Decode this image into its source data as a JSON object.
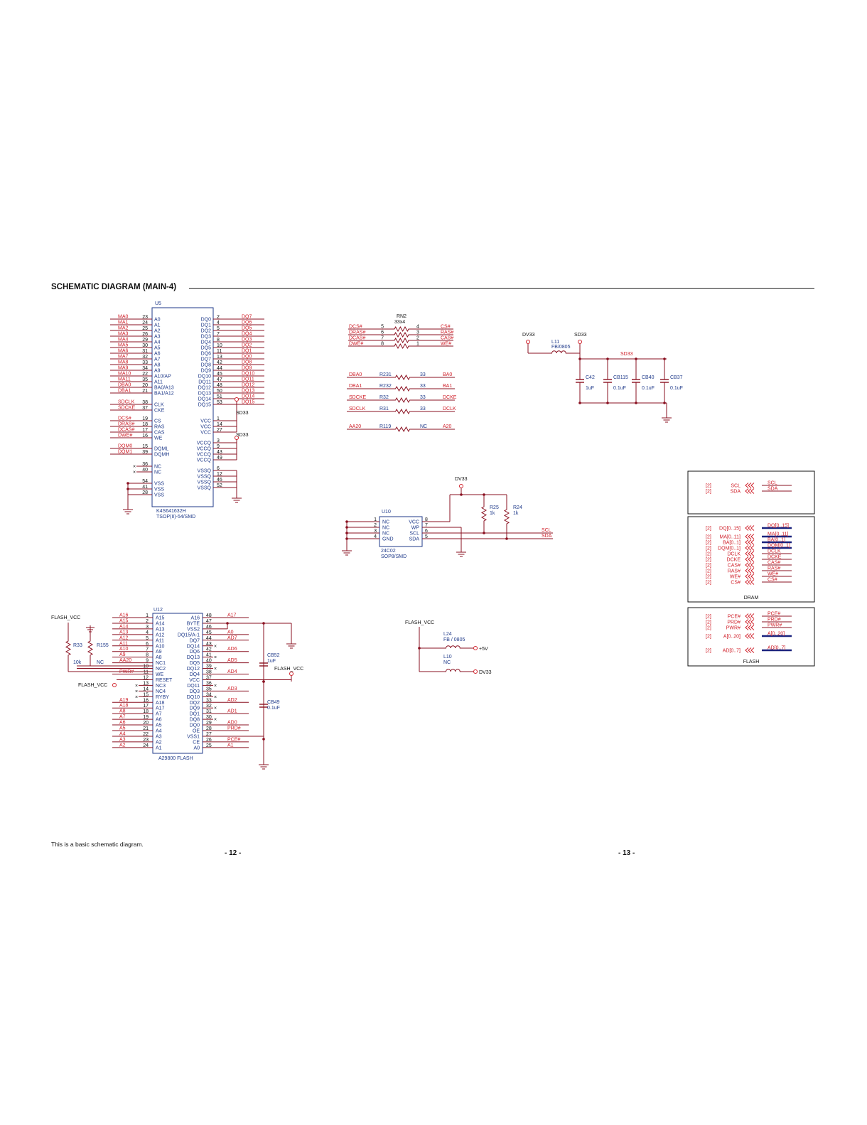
{
  "page": {
    "title": "SCHEMATIC DIAGRAM (MAIN-4)",
    "footer_note": "This is a basic schematic diagram.",
    "page_left": "- 12 -",
    "page_right": "- 13 -"
  },
  "colors": {
    "blue": "#1f3a8a",
    "red": "#d0202a",
    "dark": "#8a1020"
  },
  "u5": {
    "ref": "U5",
    "part": "K4S641632H",
    "pkg": "TSOP(II)-54/SMD",
    "left": [
      {
        "pin": "23",
        "name": "A0",
        "net": "MA0"
      },
      {
        "pin": "24",
        "name": "A1",
        "net": "MA1"
      },
      {
        "pin": "25",
        "name": "A2",
        "net": "MA2"
      },
      {
        "pin": "26",
        "name": "A3",
        "net": "MA3"
      },
      {
        "pin": "29",
        "name": "A4",
        "net": "MA4"
      },
      {
        "pin": "30",
        "name": "A5",
        "net": "MA5"
      },
      {
        "pin": "31",
        "name": "A6",
        "net": "MA6"
      },
      {
        "pin": "32",
        "name": "A7",
        "net": "MA7"
      },
      {
        "pin": "33",
        "name": "A8",
        "net": "MA8"
      },
      {
        "pin": "34",
        "name": "A9",
        "net": "MA9"
      },
      {
        "pin": "22",
        "name": "A10/AP",
        "net": "MA10"
      },
      {
        "pin": "35",
        "name": "A11",
        "net": "MA11"
      },
      {
        "pin": "20",
        "name": "BA0/A13",
        "net": "DBA0"
      },
      {
        "pin": "21",
        "name": "BA1/A12",
        "net": "DBA1"
      },
      {
        "pin": "38",
        "name": "CLK",
        "net": "SDCLK"
      },
      {
        "pin": "37",
        "name": "CKE",
        "net": "SDCKE"
      },
      {
        "pin": "19",
        "name": "CS",
        "net": "DCS#"
      },
      {
        "pin": "18",
        "name": "RAS",
        "net": "DRAS#"
      },
      {
        "pin": "17",
        "name": "CAS",
        "net": "DCAS#"
      },
      {
        "pin": "16",
        "name": "WE",
        "net": "DWE#"
      },
      {
        "pin": "15",
        "name": "DQML",
        "net": "DQM0"
      },
      {
        "pin": "39",
        "name": "DQMH",
        "net": "DQM1"
      },
      {
        "pin": "36",
        "name": "NC",
        "net": ""
      },
      {
        "pin": "40",
        "name": "NC",
        "net": ""
      },
      {
        "pin": "54",
        "name": "VSS",
        "net": ""
      },
      {
        "pin": "41",
        "name": "VSS",
        "net": ""
      },
      {
        "pin": "28",
        "name": "VSS",
        "net": ""
      }
    ],
    "right": [
      {
        "pin": "2",
        "name": "DQ0",
        "net": "DQ7"
      },
      {
        "pin": "4",
        "name": "DQ1",
        "net": "DQ6"
      },
      {
        "pin": "5",
        "name": "DQ2",
        "net": "DQ5"
      },
      {
        "pin": "7",
        "name": "DQ3",
        "net": "DQ4"
      },
      {
        "pin": "8",
        "name": "DQ4",
        "net": "DQ3"
      },
      {
        "pin": "10",
        "name": "DQ5",
        "net": "DQ2"
      },
      {
        "pin": "11",
        "name": "DQ6",
        "net": "DQ1"
      },
      {
        "pin": "13",
        "name": "DQ7",
        "net": "DQ0"
      },
      {
        "pin": "42",
        "name": "DQ8",
        "net": "DQ8"
      },
      {
        "pin": "44",
        "name": "DQ9",
        "net": "DQ9"
      },
      {
        "pin": "45",
        "name": "DQ10",
        "net": "DQ10"
      },
      {
        "pin": "47",
        "name": "DQ11",
        "net": "DQ11"
      },
      {
        "pin": "48",
        "name": "DQ12",
        "net": "DQ12"
      },
      {
        "pin": "50",
        "name": "DQ13",
        "net": "DQ13"
      },
      {
        "pin": "51",
        "name": "DQ14",
        "net": "DQ14"
      },
      {
        "pin": "53",
        "name": "DQ15",
        "net": "DQ15"
      },
      {
        "pin": "1",
        "name": "VCC",
        "net": ""
      },
      {
        "pin": "14",
        "name": "VCC",
        "net": ""
      },
      {
        "pin": "27",
        "name": "VCC",
        "net": ""
      },
      {
        "pin": "3",
        "name": "VCCQ",
        "net": ""
      },
      {
        "pin": "9",
        "name": "VCCQ",
        "net": ""
      },
      {
        "pin": "43",
        "name": "VCCQ",
        "net": ""
      },
      {
        "pin": "49",
        "name": "VCCQ",
        "net": ""
      },
      {
        "pin": "6",
        "name": "VSSQ",
        "net": ""
      },
      {
        "pin": "12",
        "name": "VSSQ",
        "net": ""
      },
      {
        "pin": "46",
        "name": "VSSQ",
        "net": ""
      },
      {
        "pin": "52",
        "name": "VSSQ",
        "net": ""
      }
    ],
    "pwr": [
      "SD33",
      "SD33"
    ]
  },
  "rn2": {
    "ref": "RN2",
    "value": "33x4",
    "rows": [
      {
        "in": "DCS#",
        "p1": "5",
        "p2": "4",
        "out": "CS#"
      },
      {
        "in": "DRAS#",
        "p1": "6",
        "p2": "3",
        "out": "RAS#"
      },
      {
        "in": "DCAS#",
        "p1": "7",
        "p2": "2",
        "out": "CAS#"
      },
      {
        "in": "DWE#",
        "p1": "8",
        "p2": "1",
        "out": "WE#"
      }
    ]
  },
  "resistors": [
    {
      "in": "DBA0",
      "ref": "R231",
      "val": "33",
      "out": "BA0"
    },
    {
      "in": "DBA1",
      "ref": "R232",
      "val": "33",
      "out": "BA1"
    },
    {
      "in": "SDCKE",
      "ref": "R32",
      "val": "33",
      "out": "DCKE"
    },
    {
      "in": "SDCLK",
      "ref": "R31",
      "val": "33",
      "out": "DCLK"
    },
    {
      "in": "AA20",
      "ref": "R119",
      "val": "NC",
      "out": "A20"
    }
  ],
  "power": {
    "dv33": "DV33",
    "l11": "L11",
    "l11_val": "FB/0805",
    "sd33": "SD33",
    "sd33_bus": "SD33",
    "caps": [
      {
        "ref": "C42",
        "val": "1uF"
      },
      {
        "ref": "CB115",
        "val": "0.1uF"
      },
      {
        "ref": "CB40",
        "val": "0.1uF"
      },
      {
        "ref": "CB37",
        "val": "0.1uF"
      }
    ]
  },
  "u10": {
    "ref": "U10",
    "part": "24C02",
    "pkg": "SOP8/SMD",
    "dv33": "DV33",
    "left": [
      {
        "pin": "1",
        "name": "NC"
      },
      {
        "pin": "2",
        "name": "NC"
      },
      {
        "pin": "3",
        "name": "NC"
      },
      {
        "pin": "4",
        "name": "GND"
      }
    ],
    "right": [
      {
        "pin": "8",
        "name": "VCC"
      },
      {
        "pin": "7",
        "name": "WP"
      },
      {
        "pin": "6",
        "name": "SCL"
      },
      {
        "pin": "5",
        "name": "SDA"
      }
    ],
    "r25": "R25",
    "r25_val": "1k",
    "r24": "R24",
    "r24_val": "1k",
    "scl": "SCL",
    "sda": "SDA"
  },
  "ports": {
    "box1": [
      {
        "ref": "[2]",
        "name": "SCL",
        "net": "SCL",
        "bus": false
      },
      {
        "ref": "[2]",
        "name": "SDA",
        "net": "SDA",
        "bus": false
      }
    ],
    "box2_title": "DRAM",
    "box2": [
      {
        "ref": "[2]",
        "name": "DQ[0..15]",
        "net": "DQ[0..15]",
        "bus": true
      },
      {
        "ref": "[2]",
        "name": "MA[0..11]",
        "net": "MA[0..11]",
        "bus": true
      },
      {
        "ref": "[2]",
        "name": "BA[0..1]",
        "net": "BA[0..1]",
        "bus": true
      },
      {
        "ref": "[2]",
        "name": "DQM[0..1]",
        "net": "DQM[0..1]",
        "bus": true
      },
      {
        "ref": "[2]",
        "name": "DCLK",
        "net": "DCLK",
        "bus": false
      },
      {
        "ref": "[2]",
        "name": "DCKE",
        "net": "DCKE",
        "bus": false
      },
      {
        "ref": "[2]",
        "name": "CAS#",
        "net": "CAS#",
        "bus": false
      },
      {
        "ref": "[2]",
        "name": "RAS#",
        "net": "RAS#",
        "bus": false
      },
      {
        "ref": "[2]",
        "name": "WE#",
        "net": "WE#",
        "bus": false
      },
      {
        "ref": "[2]",
        "name": "CS#",
        "net": "CS#",
        "bus": false
      }
    ],
    "box3_title": "FLASH",
    "box3": [
      {
        "ref": "[2]",
        "name": "PCE#",
        "net": "PCE#",
        "bus": false
      },
      {
        "ref": "[2]",
        "name": "PRD#",
        "net": "PRD#",
        "bus": false
      },
      {
        "ref": "[2]",
        "name": "PWR#",
        "net": "PWR#",
        "bus": false
      },
      {
        "ref": "[2]",
        "name": "A[0..20]",
        "net": "A[0..20]",
        "bus": true
      },
      {
        "ref": "[2]",
        "name": "AD[0..7]",
        "net": "AD[0..7]",
        "bus": true
      }
    ]
  },
  "u12": {
    "ref": "U12",
    "part": "A29800 FLASH",
    "left": [
      {
        "pin": "1",
        "name": "A15",
        "net": "A16"
      },
      {
        "pin": "2",
        "name": "A14",
        "net": "A15"
      },
      {
        "pin": "3",
        "name": "A13",
        "net": "A14"
      },
      {
        "pin": "4",
        "name": "A12",
        "net": "A13"
      },
      {
        "pin": "5",
        "name": "A11",
        "net": "A12"
      },
      {
        "pin": "6",
        "name": "A10",
        "net": "A11"
      },
      {
        "pin": "7",
        "name": "A9",
        "net": "A10"
      },
      {
        "pin": "8",
        "name": "A8",
        "net": "A9"
      },
      {
        "pin": "9",
        "name": "NC1",
        "net": "AA20"
      },
      {
        "pin": "10",
        "name": "NC2",
        "net": ""
      },
      {
        "pin": "11",
        "name": "WE",
        "net": "PWR#"
      },
      {
        "pin": "12",
        "name": "RESET",
        "net": ""
      },
      {
        "pin": "13",
        "name": "NC3",
        "net": ""
      },
      {
        "pin": "14",
        "name": "NC4",
        "net": ""
      },
      {
        "pin": "15",
        "name": "RYBY",
        "net": ""
      },
      {
        "pin": "16",
        "name": "A18",
        "net": "A19"
      },
      {
        "pin": "17",
        "name": "A17",
        "net": "A18"
      },
      {
        "pin": "18",
        "name": "A7",
        "net": "A8"
      },
      {
        "pin": "19",
        "name": "A6",
        "net": "A7"
      },
      {
        "pin": "20",
        "name": "A5",
        "net": "A6"
      },
      {
        "pin": "21",
        "name": "A4",
        "net": "A5"
      },
      {
        "pin": "22",
        "name": "A3",
        "net": "A4"
      },
      {
        "pin": "23",
        "name": "A2",
        "net": "A3"
      },
      {
        "pin": "24",
        "name": "A1",
        "net": "A2"
      }
    ],
    "right": [
      {
        "pin": "48",
        "name": "A16",
        "net": "A17"
      },
      {
        "pin": "47",
        "name": "BYTE",
        "net": ""
      },
      {
        "pin": "46",
        "name": "VSS2",
        "net": ""
      },
      {
        "pin": "45",
        "name": "DQ15/A-1",
        "net": "A0"
      },
      {
        "pin": "44",
        "name": "DQ7",
        "net": "AD7"
      },
      {
        "pin": "43",
        "name": "DQ14",
        "net": ""
      },
      {
        "pin": "42",
        "name": "DQ6",
        "net": "AD6"
      },
      {
        "pin": "41",
        "name": "DQ13",
        "net": ""
      },
      {
        "pin": "40",
        "name": "DQ5",
        "net": "AD5"
      },
      {
        "pin": "39",
        "name": "DQ12",
        "net": ""
      },
      {
        "pin": "38",
        "name": "DQ4",
        "net": "AD4"
      },
      {
        "pin": "37",
        "name": "VCC",
        "net": ""
      },
      {
        "pin": "36",
        "name": "DQ11",
        "net": ""
      },
      {
        "pin": "35",
        "name": "DQ3",
        "net": "AD3"
      },
      {
        "pin": "34",
        "name": "DQ10",
        "net": ""
      },
      {
        "pin": "33",
        "name": "DQ2",
        "net": "AD2"
      },
      {
        "pin": "32",
        "name": "DQ9",
        "net": ""
      },
      {
        "pin": "31",
        "name": "DQ1",
        "net": "AD1"
      },
      {
        "pin": "30",
        "name": "DQ8",
        "net": ""
      },
      {
        "pin": "29",
        "name": "DQ0",
        "net": "AD0"
      },
      {
        "pin": "28",
        "name": "OE",
        "net": "PRD#"
      },
      {
        "pin": "27",
        "name": "VSS1",
        "net": ""
      },
      {
        "pin": "26",
        "name": "CE",
        "net": "PCE#"
      },
      {
        "pin": "25",
        "name": "A0",
        "net": "A1"
      }
    ],
    "flash_vcc": "FLASH_VCC",
    "flash_vcc2": "FLASH_VCC",
    "flash_vcc3": "FLASH_VCC",
    "r33": "R33",
    "r33_val": "10k",
    "r155": "R155",
    "r155_val": "NC",
    "cb52": "CB52",
    "cb52_val": "1uF",
    "cb49": "CB49",
    "cb49_val": "0.1uF"
  },
  "flashpwr": {
    "flash_vcc": "FLASH_VCC",
    "l24": "L24",
    "l24_val": "FB / 0805",
    "v5": "+5V",
    "l10": "L10",
    "l10_val": "NC",
    "dv33": "DV33"
  }
}
